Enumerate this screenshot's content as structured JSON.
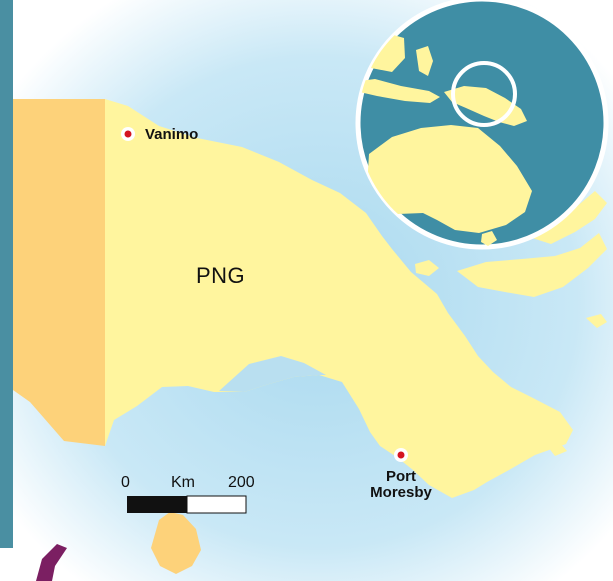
{
  "map": {
    "country_label": "PNG",
    "cities": [
      {
        "name": "Vanimo",
        "lines": [
          "Vanimo"
        ]
      },
      {
        "name": "Port Moresby",
        "lines": [
          "Port",
          "Moresby"
        ]
      }
    ],
    "scale_bar": {
      "start": "0",
      "unit": "Km",
      "end": "200"
    },
    "inset": {
      "region": "Australia and surrounding region",
      "highlight": "Papua New Guinea"
    }
  },
  "colors": {
    "ocean_light": "#a9d9ef",
    "png_land": "#fff59e",
    "neighbor_land": "#fdd27a",
    "left_panel": "#4a8fa2",
    "inset_ocean": "#3f8ea5",
    "inset_land": "#fff59e",
    "city_dot": "#d4141f",
    "scale_dark": "#111111",
    "accent_purple": "#7b1f62"
  },
  "icons": {
    "city_marker": "city-marker-icon",
    "inset_highlight": "highlight-circle-icon"
  }
}
